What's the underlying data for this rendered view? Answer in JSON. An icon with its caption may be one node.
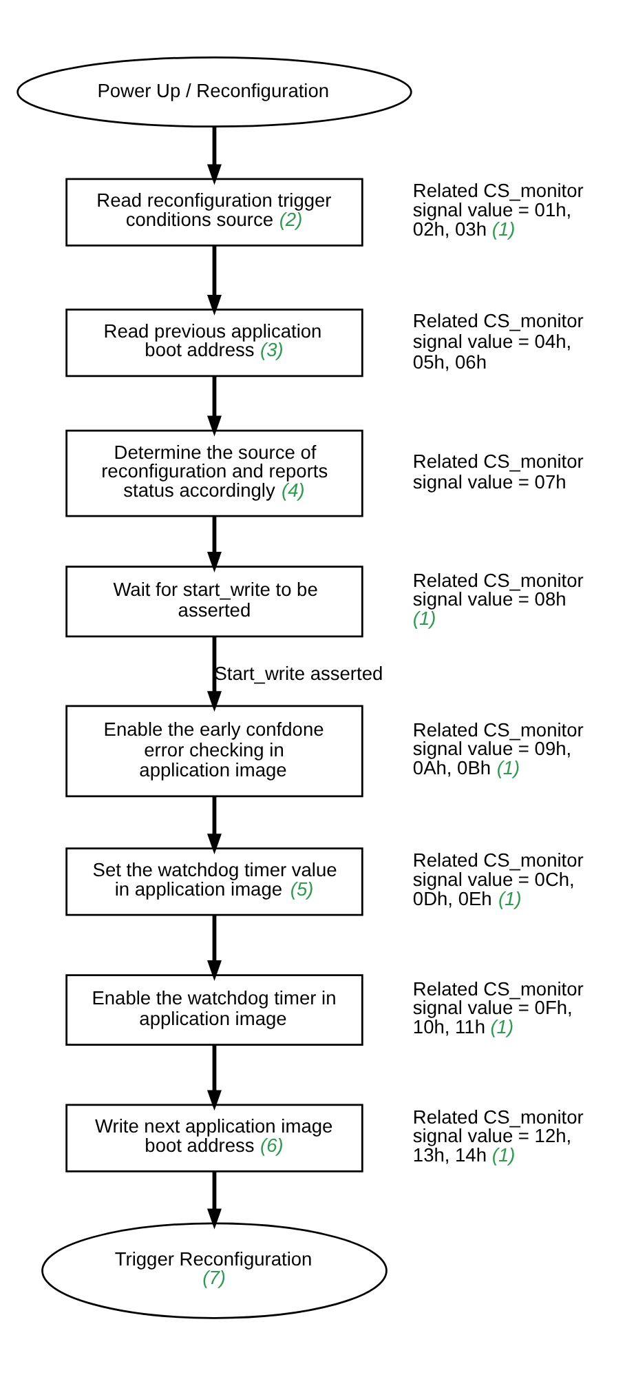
{
  "diagram": {
    "nodes": [
      {
        "text": [
          "Power Up / Reconfiguration"
        ]
      },
      {
        "text": [
          "Read reconfiguration trigger conditions source *(2)*"
        ],
        "beside": [
          "Related CS_monitor signal value = 01h, 02h, 03h *(1)*"
        ]
      },
      {
        "text": [
          "Read previous application boot address *(3)*"
        ],
        "beside": [
          "Related CS_monitor signal value = 04h, 05h, 06h"
        ]
      },
      {
        "text": [
          "Determine the source of reconfiguration and reports status accordingly *(4)*"
        ],
        "beside": [
          "Related CS_monitor signal value = 07h"
        ]
      },
      {
        "text": [
          "Wait for start_write to be asserted"
        ],
        "beside": [
          "Related CS_monitor signal value = 08h *(1)*"
        ]
      },
      {
        "text": [
          "Enable the early confdone error checking in application image"
        ],
        "beside": [
          "Related CS_monitor signal value = 09h, 0Ah, 0Bh *(1)*"
        ]
      },
      {
        "text": [
          "Set the watchdog timer value in application image *(5)*"
        ],
        "beside": [
          "Related CS_monitor signal value = 0Ch, 0Dh, 0Eh *(1)*"
        ]
      },
      {
        "text": [
          "Enable the watchdog timer in application image"
        ],
        "beside": [
          "Related CS_monitor signal value = 0Fh, 10h, 11h *(1)*"
        ]
      },
      {
        "text": [
          "Write next application image boot address *(6)*"
        ],
        "beside": [
          "Related CS_monitor signal value = 12h, 13h, 14h *(1)*"
        ]
      },
      {
        "text": [
          "Trigger Reconfiguration *(7)*"
        ]
      }
    ],
    "edges": [
      {
        "from": 0,
        "to": 1,
        "arrow": "to"
      },
      {
        "from": 1,
        "to": 2,
        "arrow": "to"
      },
      {
        "from": 2,
        "to": 3,
        "arrow": "to"
      },
      {
        "from": 3,
        "to": 4,
        "arrow": "to"
      },
      {
        "from": 4,
        "to": 5,
        "arrow": "to",
        "label": "Start_write asserted"
      },
      {
        "from": 5,
        "to": 6,
        "arrow": "to"
      },
      {
        "from": 6,
        "to": 7,
        "arrow": "to"
      },
      {
        "from": 7,
        "to": 8,
        "arrow": "to"
      },
      {
        "from": 8,
        "to": 9,
        "arrow": "to"
      }
    ]
  }
}
